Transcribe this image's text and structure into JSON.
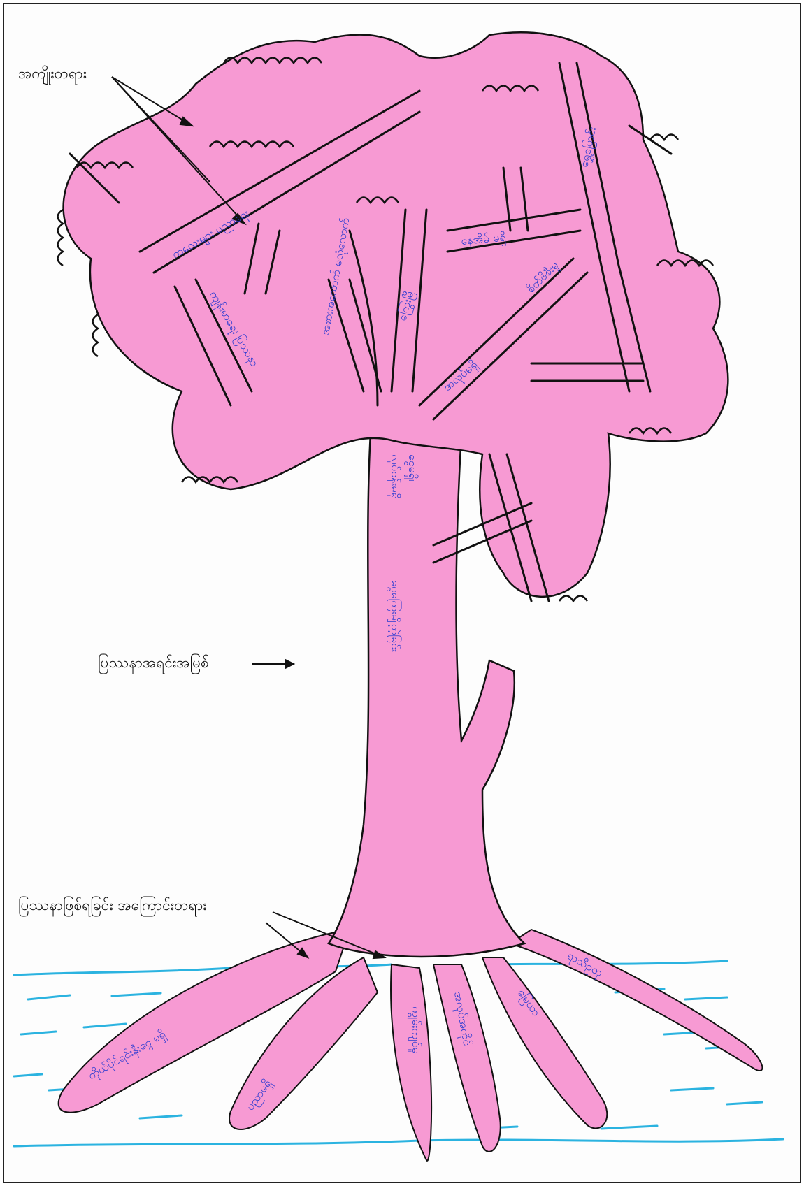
{
  "labels": {
    "fruits": "အကျိုးတရား",
    "core_problem": "ပြဿနာအရင်းအမြစ်",
    "causes": "ပြဿနာဖြစ်ရခြင်း အကြောင်းတရား"
  },
  "colors": {
    "tree_fill": "#f79ad3",
    "outline": "#111111",
    "handwriting": "#2a3bd1",
    "ground_lines": "#2bb3e0"
  },
  "handwritten": {
    "trunk_top": "ငွေမရှိ၊",
    "trunk_top2": "လုပ်ငန်းမရှိ",
    "trunk_main": "ငွေကြေးချို့တဲ့ခြင်း",
    "branch_1": "ကျန်းမာရေး ပြဿနာ",
    "branch_2": "ကလေးများ ပညာရေး",
    "branch_3": "အစားအသောက် မလုံလောက်",
    "branch_4": "ကြွေးမြီ",
    "branch_5": "နေအိမ် မရှိ",
    "branch_6": "အလုပ်မရှိ",
    "branch_7": "ရွှေ့ပြောင်း",
    "branch_8": "စိတ်ဖိစီးမှု",
    "root_1": "ကိုယ်ပိုင်ရင်းနှီးငွေ မရှိ",
    "root_2": "ပညာမရှိ",
    "root_3": "ကျွမ်းကျင်မှု",
    "root_4": "အလုပ်အကိုင်",
    "root_5": "မြေယာ",
    "root_6": "ရာသီဥတု"
  }
}
